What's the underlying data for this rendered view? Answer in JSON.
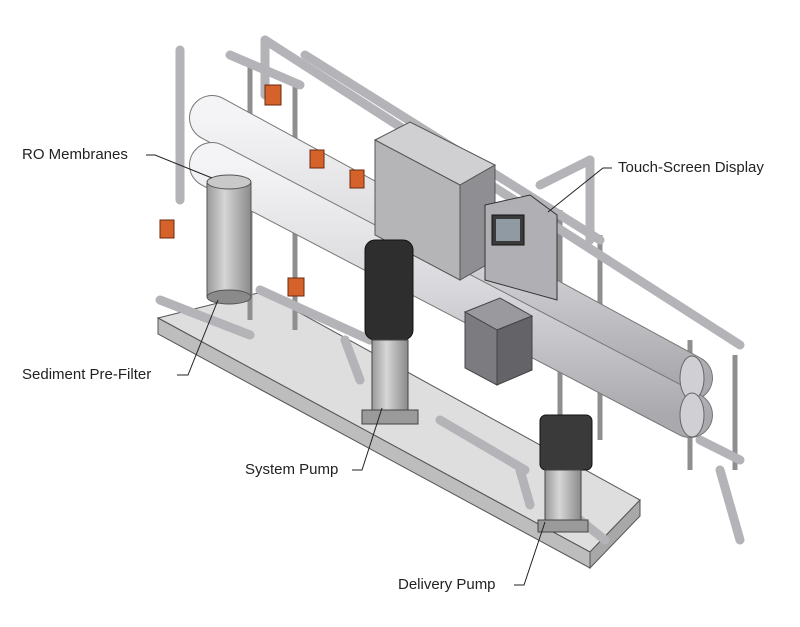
{
  "diagram": {
    "labels": {
      "ro_membranes": "RO Membranes",
      "touch_screen": "Touch-Screen Display",
      "sediment_filter": "Sediment Pre-Filter",
      "system_pump": "System Pump",
      "delivery_pump": "Delivery Pump"
    },
    "colors": {
      "frame": "#c8c8c8",
      "pipe": "#b9b9bd",
      "membrane": "#dcdcdf",
      "valve_actuator": "#d4622a",
      "motor": "#2e2e2e",
      "label_text": "#222222"
    }
  }
}
